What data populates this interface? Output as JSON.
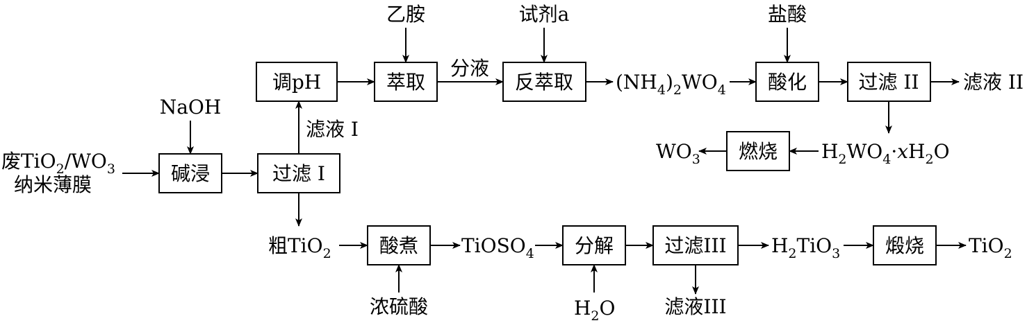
{
  "boxes": {
    "alkali_leach": "碱浸",
    "filter1": "过滤 I",
    "adjust_ph": "调pH",
    "extract": "萃取",
    "back_extract": "反萃取",
    "acidify": "酸化",
    "filter2": "过滤 II",
    "burn": "燃烧",
    "acid_boil": "酸煮",
    "decompose": "分解",
    "filter3": "过滤III",
    "calcine": "煅烧"
  },
  "labels": {
    "naoh": "NaOH",
    "feed_line1": "废TiO",
    "feed_line2": "纳米薄膜",
    "filtrate1": "滤液 I",
    "ethylamine": "乙胺",
    "reagent_a": "试剂a",
    "liquid_separation": "分液",
    "hydrochloric_acid": "盐酸",
    "filtrate2": "滤液 II",
    "crude_tio2": "粗TiO",
    "conc_sulfuric_acid": "浓硫酸",
    "water": "H",
    "filtrate3": "滤液III"
  },
  "formulas": {
    "nh4_2wo4": "(NH4)2WO4",
    "h2wo4_xh2o": "H2WO4·xH2O",
    "wo3": "WO3",
    "tioso4": "TiOSO4",
    "h2tio3": "H2TiO3",
    "tio2": "TiO2"
  }
}
